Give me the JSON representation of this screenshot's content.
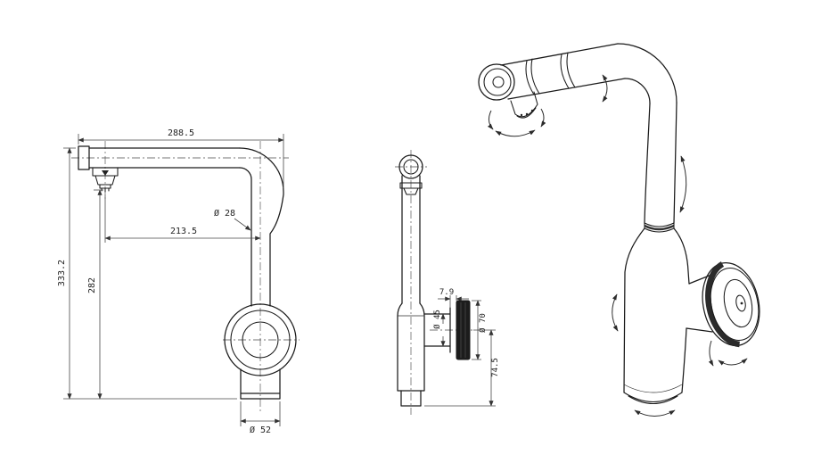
{
  "colors": {
    "line": "#1a1a1a",
    "dim": "#474747",
    "dark_fill": "#1c1c1c",
    "background": "#ffffff"
  },
  "front_view": {
    "dim_width": "288.5",
    "dim_total_height": "333.2",
    "dim_spout_height": "282",
    "dim_reach": "213.5",
    "dim_spout_dia": "Ø 28",
    "dim_base_dia": "Ø 52"
  },
  "side_view": {
    "dim_wheel_offset": "7.9",
    "dim_hub_dia": "Ø 45",
    "dim_wheel_dia": "Ø 70",
    "dim_wheel_height": "74.5"
  }
}
